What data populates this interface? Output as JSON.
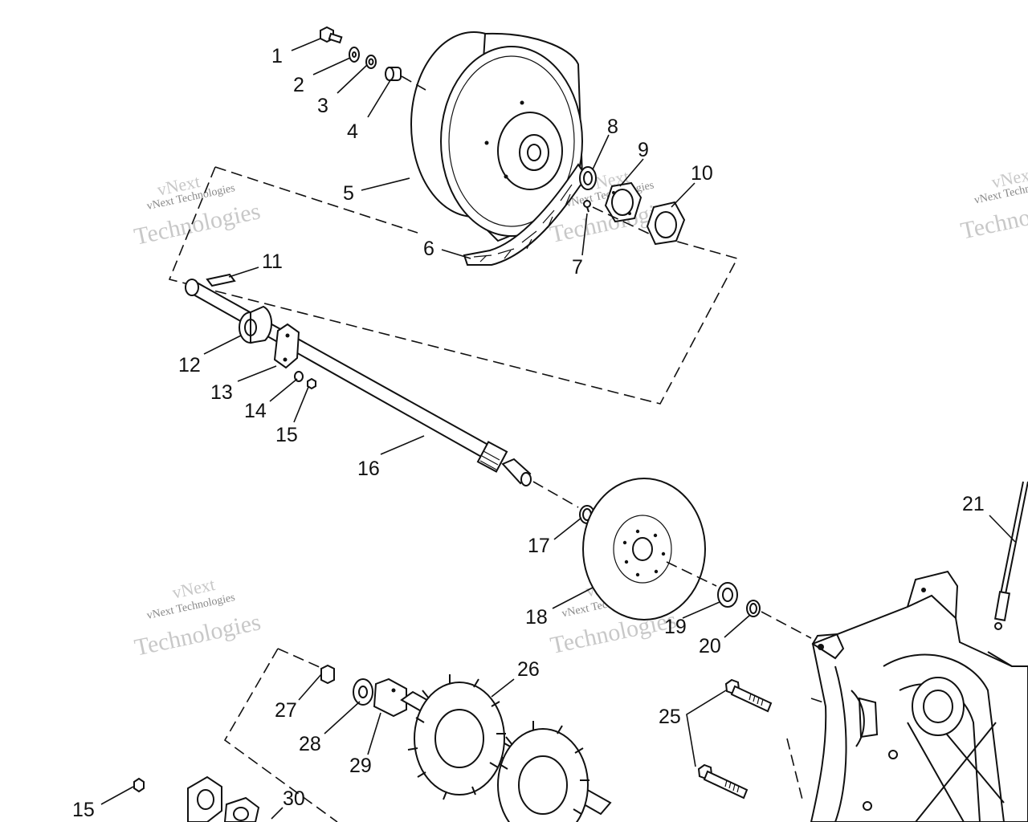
{
  "watermarks": [
    {
      "line1": "vNext",
      "line2": "vNext Technologies",
      "line3": "Technologies"
    },
    {
      "line1": "vNext",
      "line2": "vNext Technologies",
      "line3": "Technologies"
    },
    {
      "line1": "vNext",
      "line2": "vNext Technologies",
      "line3": "Technologies"
    },
    {
      "line1": "vNext",
      "line2": "vNext Technologies",
      "line3": "Technologies"
    },
    {
      "line1": "vNext",
      "line2": "vNext Technologies",
      "line3": "Technologies"
    }
  ],
  "callouts": [
    "1",
    "2",
    "3",
    "4",
    "5",
    "6",
    "7",
    "8",
    "9",
    "10",
    "11",
    "12",
    "13",
    "14",
    "15",
    "16",
    "17",
    "18",
    "19",
    "20",
    "21",
    "25",
    "26",
    "27",
    "28",
    "29",
    "15",
    "30"
  ]
}
